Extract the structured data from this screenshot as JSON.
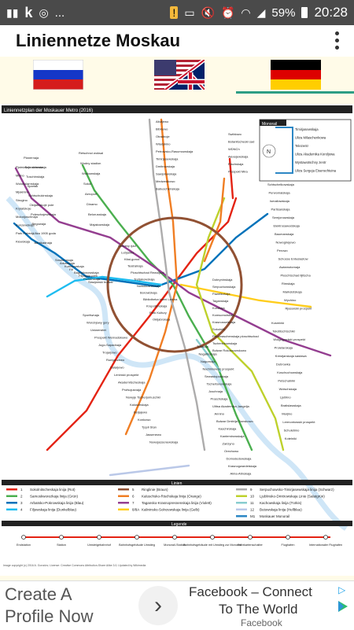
{
  "statusbar": {
    "notif_k": "k",
    "notif_more": "...",
    "battery": "59%",
    "time": "20:28"
  },
  "appbar": {
    "title": "Liniennetze Moskau"
  },
  "languages": [
    "Russian",
    "English",
    "German"
  ],
  "map": {
    "header": "Liniennetzplan der Moskauer Metro (2016)",
    "inset_title": "Monorail",
    "legend_section": "Linien",
    "legend_title": "Legende",
    "footer": "Image copyright (c) 2016 A. Gorodov; License: Creative Commons Attribution-Share Alike 3.0; Updated by Wikimedia",
    "lines": [
      {
        "n": "1",
        "name": "Sokolnitscheskaja linija (Rot)",
        "color": "#e42313"
      },
      {
        "n": "2",
        "name": "Samoskworezkaja linija (Grün)",
        "color": "#4baf4f"
      },
      {
        "n": "3",
        "name": "Arbatsko-Pokrowskaja linija (Blau)",
        "color": "#0072ba"
      },
      {
        "n": "4",
        "name": "Filjowskaja linija (Dunkelblau)",
        "color": "#1ebcf0"
      },
      {
        "n": "5",
        "name": "Ringlinie (Braun)",
        "color": "#915133"
      },
      {
        "n": "6",
        "name": "Kaluschsko-Rischskaja linija (Orange)",
        "color": "#f07e24"
      },
      {
        "n": "7",
        "name": "Taganskо-Krasnopresnenskaja linija (Violett)",
        "color": "#943e90"
      },
      {
        "n": "8/8A",
        "name": "Kalininsko-Solnzewskaja linija (Gelb)",
        "color": "#ffcd1c"
      },
      {
        "n": "9",
        "name": "Serpuchowsko-Timirjasewskaja linija (Schwarz)",
        "color": "#adacac"
      },
      {
        "n": "10",
        "name": "Ljublinsko-Dmitrowskaja Linie (Salatgrün)",
        "color": "#bed12c"
      },
      {
        "n": "11",
        "name": "Kachowskaja linija (Türkis)",
        "color": "#88cdcf"
      },
      {
        "n": "12",
        "name": "Butowskaja linija (Hellblau)",
        "color": "#bac8e8"
      },
      {
        "n": "M1",
        "name": "Moskauer Monorail",
        "color": "#2c87c5"
      }
    ],
    "legend_items": [
      "Endstation",
      "Station",
      "Umsteigebahnhof",
      "Bahnhofsgebäude Umstieg",
      "Monorail-Station",
      "Bahnhofsgebäude mit Umstieg zur Monorail",
      "Fahrkartenschalter",
      "Flughafen",
      "Internationaler Flughafen"
    ],
    "stations": {
      "north": [
        "Altufjewo",
        "Bibirewo",
        "Otradnoje",
        "Wladykino",
        "Petrowsko-Rasumowskaja",
        "Timirjasewskaja",
        "Dmitrowskaja",
        "Sawjolowskaja",
        "Medwedkowo",
        "Babuschkinskaja",
        "Swiblowo",
        "Botanitscheski sad",
        "WDNCh",
        "Alexejewskaja",
        "Rischskaja",
        "Prospekt Mira"
      ],
      "northwest": [
        "Planernaja",
        "Schodnenskaja",
        "Tuschinskaja",
        "Spartak",
        "Schtschukinskaja",
        "Oktjabrskoje pole",
        "Poleschajewskaja",
        "Begowaja",
        "Uliza 1905 goda",
        "Barrikadnaja",
        "Retschnoi woksal",
        "Wodny stadion",
        "Woikowskaja",
        "Sokol",
        "Aeroport",
        "Dinamo",
        "Belorusskaja",
        "Majakowskaja"
      ],
      "west": [
        "Pjatnizkoje schosse",
        "Mitino",
        "Wolokolamskaja",
        "Mjakinino",
        "Strogino",
        "Krylatskoje",
        "Molodjoschnaja",
        "Kunzewskaja",
        "Park Pobedy",
        "Kiewskaja",
        "Smolenskaja",
        "Arbatskaja",
        "Kutusowskaja",
        "Fili",
        "Bagrationowskaja",
        "Filjowski park",
        "Pionerskaja",
        "Slawjanski bulwar"
      ],
      "center": [
        "Ochotny rjad",
        "Lubjanka",
        "Kitai-gorod",
        "Teatralnaja",
        "Ploschtschad Rewoljuzii",
        "Tretjakowskaja",
        "Nowokusnezkaja",
        "Borowizkaja",
        "Bibliotheka imeni Lenina",
        "Kropotkinskaja",
        "Park Kultury",
        "Oktjabrskaja",
        "Dobryninskaja",
        "Serpuchowskaja",
        "Pawelezkaja",
        "Taganskaja",
        "Kurskaja",
        "Komsomolskaja",
        "Krasnosselskaja",
        "Sokolniki",
        "Preobraschenskaja ploschtschad",
        "Tscherkisowskaja",
        "Bulwar Rokossowskowo"
      ],
      "south": [
        "Sportiwnaja",
        "Worobjowy gory",
        "Uniwersitet",
        "Prospekt Wernadskowo",
        "Jugo-Sapadnaja",
        "Trojarjowo",
        "Rumjanzewo",
        "Salarjewo",
        "Leninski prospekt",
        "Akademitscheskaja",
        "Profsojusnaja",
        "Nowyje Tscherjomuschki",
        "Kaluschskaja",
        "Beljajewo",
        "Konkowo",
        "Tjopli Stan",
        "Jassenewo",
        "Nowojassenewskaja",
        "Tulskaja",
        "Nagatinskaja",
        "Nagornaja",
        "Nachimowski prospekt",
        "Sewastopolskaja",
        "Tschertanowskaja",
        "Juschnaja",
        "Prаschskaja",
        "Ulitsa Akademika Jangelja",
        "Annino",
        "Bulwar Dmitrija Donskowo",
        "Kaschirskaja",
        "Kantemirowskaja",
        "Zarizyno",
        "Orechowo",
        "Domodedowskaja",
        "Krasnogwardeiskaja",
        "Alma-Atinskaja"
      ],
      "east": [
        "Schtschelkowskaja",
        "Perwomaiskaja",
        "Ismailowskaja",
        "Partisanskaja",
        "Semjonowskaja",
        "Elektrosawodskaja",
        "Baumanskaja",
        "Nowogirejewo",
        "Perowo",
        "Schosse Entusiastow",
        "Awiamotornaja",
        "Ploschtschad Iljitscha",
        "Rimskaja",
        "Marksistskaja",
        "Wychino",
        "Rjasanski prospekt",
        "Kusminki",
        "Tekstilschtschiki",
        "Wolgogradski prospekt",
        "Proletarskaja",
        "Krestjanskaja sastawa",
        "Dubrowka",
        "Koschuchowskaja",
        "Petschatniki",
        "Wolschskaja",
        "Ljublino",
        "Bratislawskaja",
        "Marjino",
        "Lermontowski prospekt",
        "Schulebino",
        "Kotelniki"
      ],
      "monorail": [
        "Timirjasewskaja",
        "Uliza Milaschenkowa",
        "Telezentr",
        "Uliza Akademika Koroljowa",
        "Wystawotschny zentr",
        "Uliza Sergeja Eisenschteina"
      ]
    }
  }
}
